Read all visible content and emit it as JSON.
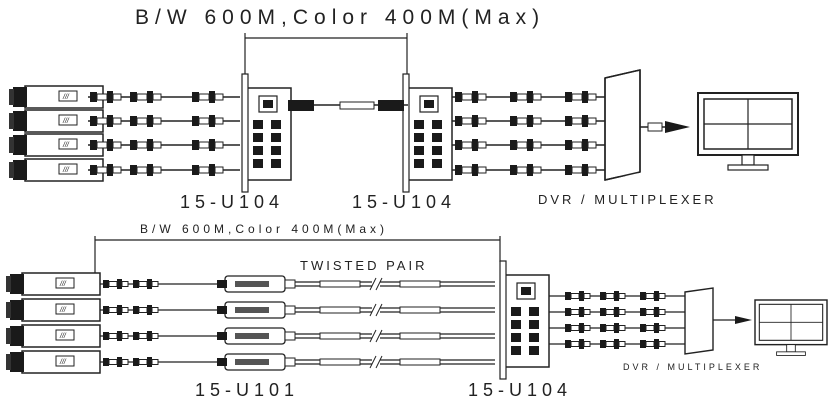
{
  "top": {
    "distance_label": "B/W  600M,Color 400M(Max)",
    "left_unit_label": "15-U104",
    "right_unit_label": "15-U104",
    "output_label": "DVR / MULTIPLEXER"
  },
  "bottom": {
    "distance_label": "B/W  600M,Color 400M(Max)",
    "cable_label": "TWISTED PAIR",
    "transmitter_label": "15-U101",
    "receiver_label": "15-U104",
    "output_label": "DVR / MULTIPLEXER"
  },
  "colors": {
    "line": "#222222",
    "fill": "#ffffff",
    "dark": "#1a1a1a"
  }
}
